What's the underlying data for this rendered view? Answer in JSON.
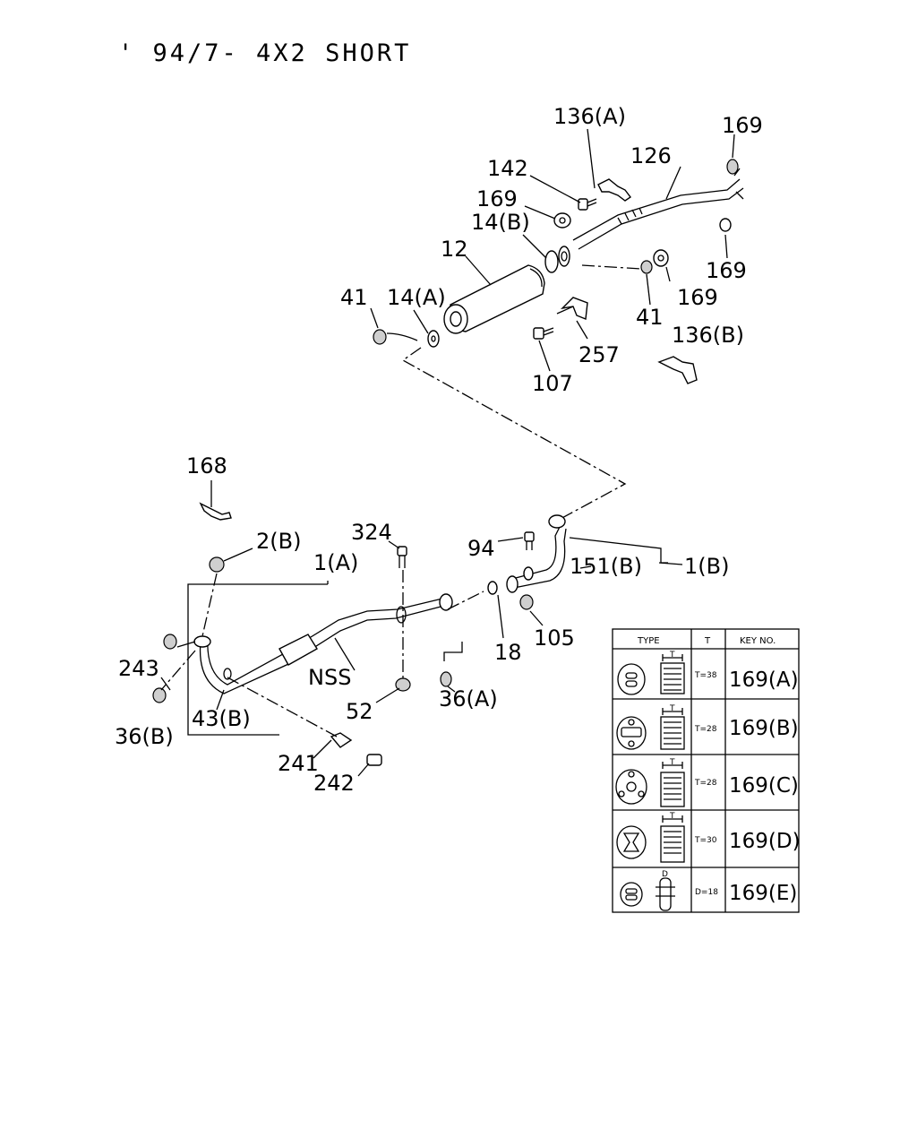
{
  "title": "' 94/7- 4X2 SHORT",
  "callouts": {
    "c136a": "136(A)",
    "c169_top": "169",
    "c126": "126",
    "c142": "142",
    "c169_left": "169",
    "c14b": "14(B)",
    "c12": "12",
    "c169_right1": "169",
    "c169_right2": "169",
    "c41_right": "41",
    "c41_left": "41",
    "c14a": "14(A)",
    "c257": "257",
    "c136b": "136(B)",
    "c107": "107",
    "c168": "168",
    "c2b": "2(B)",
    "c324": "324",
    "c94": "94",
    "c1a": "1(A)",
    "c151b": "151(B)",
    "c1b": "1(B)",
    "c243": "243",
    "c36b": "36(B)",
    "c43b": "43(B)",
    "cNSS": "NSS",
    "c52": "52",
    "c36a": "36(A)",
    "c18": "18",
    "c105": "105",
    "c241": "241",
    "c242": "242"
  },
  "table": {
    "headers": [
      "TYPE",
      "T",
      "KEY NO."
    ],
    "rows": [
      {
        "t": "T=38",
        "key": "169(A)"
      },
      {
        "t": "T=28",
        "key": "169(B)"
      },
      {
        "t": "T=28",
        "key": "169(C)"
      },
      {
        "t": "T=30",
        "key": "169(D)"
      },
      {
        "t": "D=18",
        "key": "169(E)"
      }
    ],
    "dim_t": "T",
    "dim_d": "D"
  }
}
